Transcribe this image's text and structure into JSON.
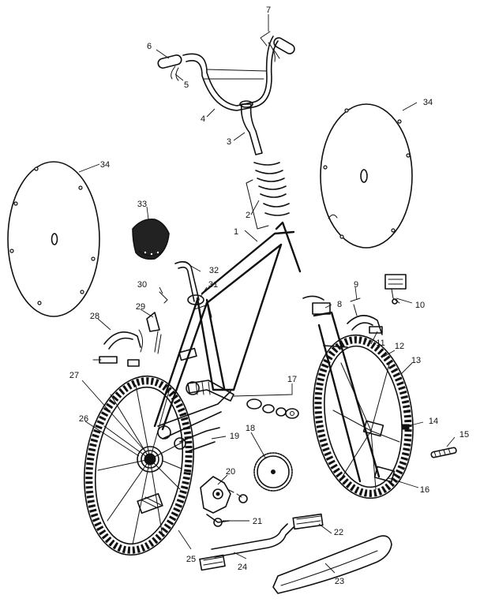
{
  "callouts": [
    {
      "id": "1",
      "text": "1"
    },
    {
      "id": "2",
      "text": "2"
    },
    {
      "id": "3",
      "text": "3"
    },
    {
      "id": "4",
      "text": "4"
    },
    {
      "id": "5",
      "text": "5"
    },
    {
      "id": "6",
      "text": "6"
    },
    {
      "id": "7",
      "text": "7"
    },
    {
      "id": "8",
      "text": "8"
    },
    {
      "id": "9",
      "text": "9"
    },
    {
      "id": "10",
      "text": "10"
    },
    {
      "id": "11",
      "text": "11"
    },
    {
      "id": "12",
      "text": "12"
    },
    {
      "id": "13",
      "text": "13"
    },
    {
      "id": "14",
      "text": "14"
    },
    {
      "id": "15",
      "text": "15"
    },
    {
      "id": "16",
      "text": "16"
    },
    {
      "id": "17",
      "text": "17"
    },
    {
      "id": "18",
      "text": "18"
    },
    {
      "id": "19",
      "text": "19"
    },
    {
      "id": "20",
      "text": "20"
    },
    {
      "id": "21",
      "text": "21"
    },
    {
      "id": "22",
      "text": "22"
    },
    {
      "id": "23",
      "text": "23"
    },
    {
      "id": "24",
      "text": "24"
    },
    {
      "id": "25",
      "text": "25"
    },
    {
      "id": "26",
      "text": "26"
    },
    {
      "id": "27",
      "text": "27"
    },
    {
      "id": "28",
      "text": "28"
    },
    {
      "id": "29",
      "text": "29"
    },
    {
      "id": "30",
      "text": "30"
    },
    {
      "id": "31",
      "text": "31"
    },
    {
      "id": "32",
      "text": "32"
    },
    {
      "id": "33",
      "text": "33"
    },
    {
      "id": "34a",
      "text": "34"
    },
    {
      "id": "34b",
      "text": "34"
    }
  ]
}
